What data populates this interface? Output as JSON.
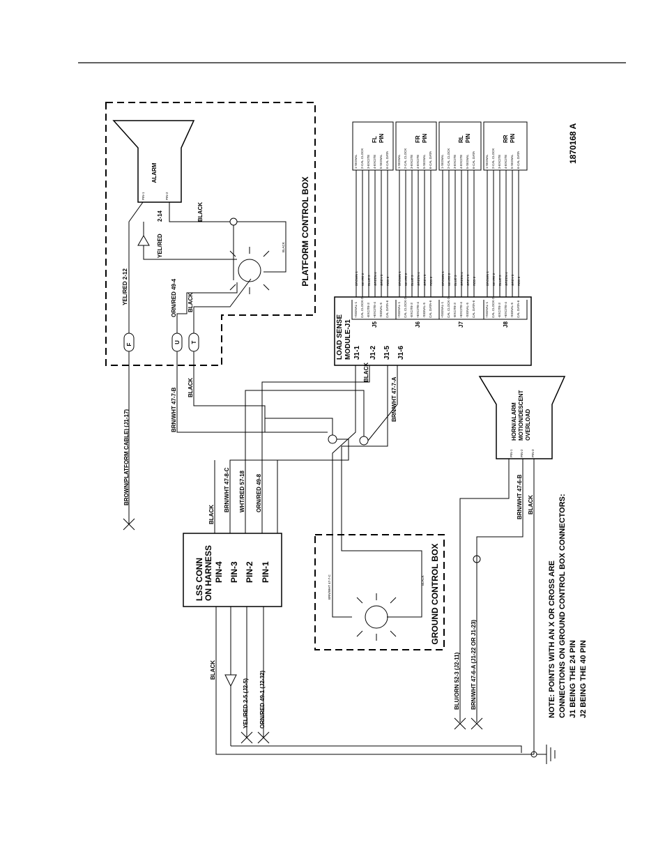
{
  "drawing_number": "1870168  A",
  "boxes": {
    "platform_control_box": "PLATFORM CONTROL BOX",
    "ground_control_box": "GROUND CONTROL BOX",
    "load_sense_module": [
      "LOAD SENSE",
      "MODULE-J1"
    ],
    "lss_conn": [
      "LSS CONN",
      "ON HARNESS"
    ],
    "horn": [
      "HORN/ALARM",
      "MOTION/DESCENT",
      "OVERLOAD"
    ],
    "alarm": "ALARM"
  },
  "alarm_pins": [
    "PIN-1",
    "PIN-2"
  ],
  "horn_pins": [
    "PIN-1",
    "PIN-2",
    "PIN-3"
  ],
  "lss_pins": [
    "PIN-4",
    "PIN-3",
    "PIN-2",
    "PIN-1"
  ],
  "j1_pins": [
    "J1-1",
    "J1-2",
    "J1-5",
    "J1-6"
  ],
  "connectors": [
    "F",
    "U",
    "T"
  ],
  "sensor_headers": [
    {
      "name": "FL",
      "pin": "PIN"
    },
    {
      "name": "FR",
      "pin": "PIN"
    },
    {
      "name": "RL",
      "pin": "PIN"
    },
    {
      "name": "RR",
      "pin": "PIN"
    }
  ],
  "sensor_pin_labels": [
    "1-SIGNAL",
    "2-CAL CLOCK",
    "3-EXCITE",
    "4-EXCITE",
    "5-SIGNAL",
    "6-CAL DATA"
  ],
  "module_groups": [
    {
      "name": "J5",
      "pins": [
        "+SIGNAL-1",
        "CAL CLOCK-2",
        "-EXCITE-3",
        "+EXCITE-4",
        "-SIGNAL-5",
        "CAL DATA-6"
      ]
    },
    {
      "name": "J6",
      "pins": [
        "+SIGNAL-1",
        "CAL CLOCK-2",
        "-EXCITE-3",
        "+EXCITE-4",
        "-SIGNAL-5",
        "CAL DATA-6"
      ]
    },
    {
      "name": "J7",
      "pins": [
        "+SIGNAL-1",
        "CAL CLOCK-2",
        "-EXCITE-3",
        "+EXCITE-4",
        "-SIGNAL-5",
        "CAL DATA-6"
      ]
    },
    {
      "name": "J8",
      "pins": [
        "+SIGNAL-1",
        "CAL CLOCK-2",
        "-EXCITE-3",
        "+EXCITE-4",
        "-SIGNAL-5",
        "CAL DATA-6"
      ]
    }
  ],
  "sensor_wire_colors": [
    "BROWN 1",
    "WHITE 2",
    "BLUE 3",
    "GREEN 4",
    "GREY 5",
    "RED 6"
  ],
  "wire_labels": {
    "yel_red_212": "YEL/RED     2-12",
    "yel_red": "YEL/RED",
    "w_214": "2-14",
    "black": "BLACK",
    "orn_red_494": "ORN/RED     49-4",
    "brn_platform": "BROWN(PLATFORM CABLE)  (J1-17)",
    "brn_wht_477b": "BRN/WHT    47-7-B",
    "brn_wht_477a": "BRN/WHT     47-7-A",
    "brn_wht_478c": "BRN/WHT    47-8-C",
    "wht_red_5718": "WHT/RED    57-18",
    "orn_red_498": "ORN/RED    49-8",
    "brn_wht_476b": "BRN/WHT    47-6-B",
    "brn_wht_477c": "BRN/WHT 47-7-C",
    "yel_red_25": "YEL/RED    2-5    (J2-5)",
    "orn_red_491": "ORN/RED    49-1    (J2-32)",
    "blu_orn_523": "BLU/ORN    52-3    (J2-11)",
    "brn_wht_476a": "BRN/WHT    47-6-A    (J1-22 OR J1-23)"
  },
  "note_lines": [
    "NOTE: POINTS WITH AN X  OR CROSS ARE",
    "CONNECTIONS ON GROUND CONTROL BOX CONNECTORS:",
    "J1 BEING THE 24 PIN",
    "J2 BEING THE 40 PIN"
  ]
}
